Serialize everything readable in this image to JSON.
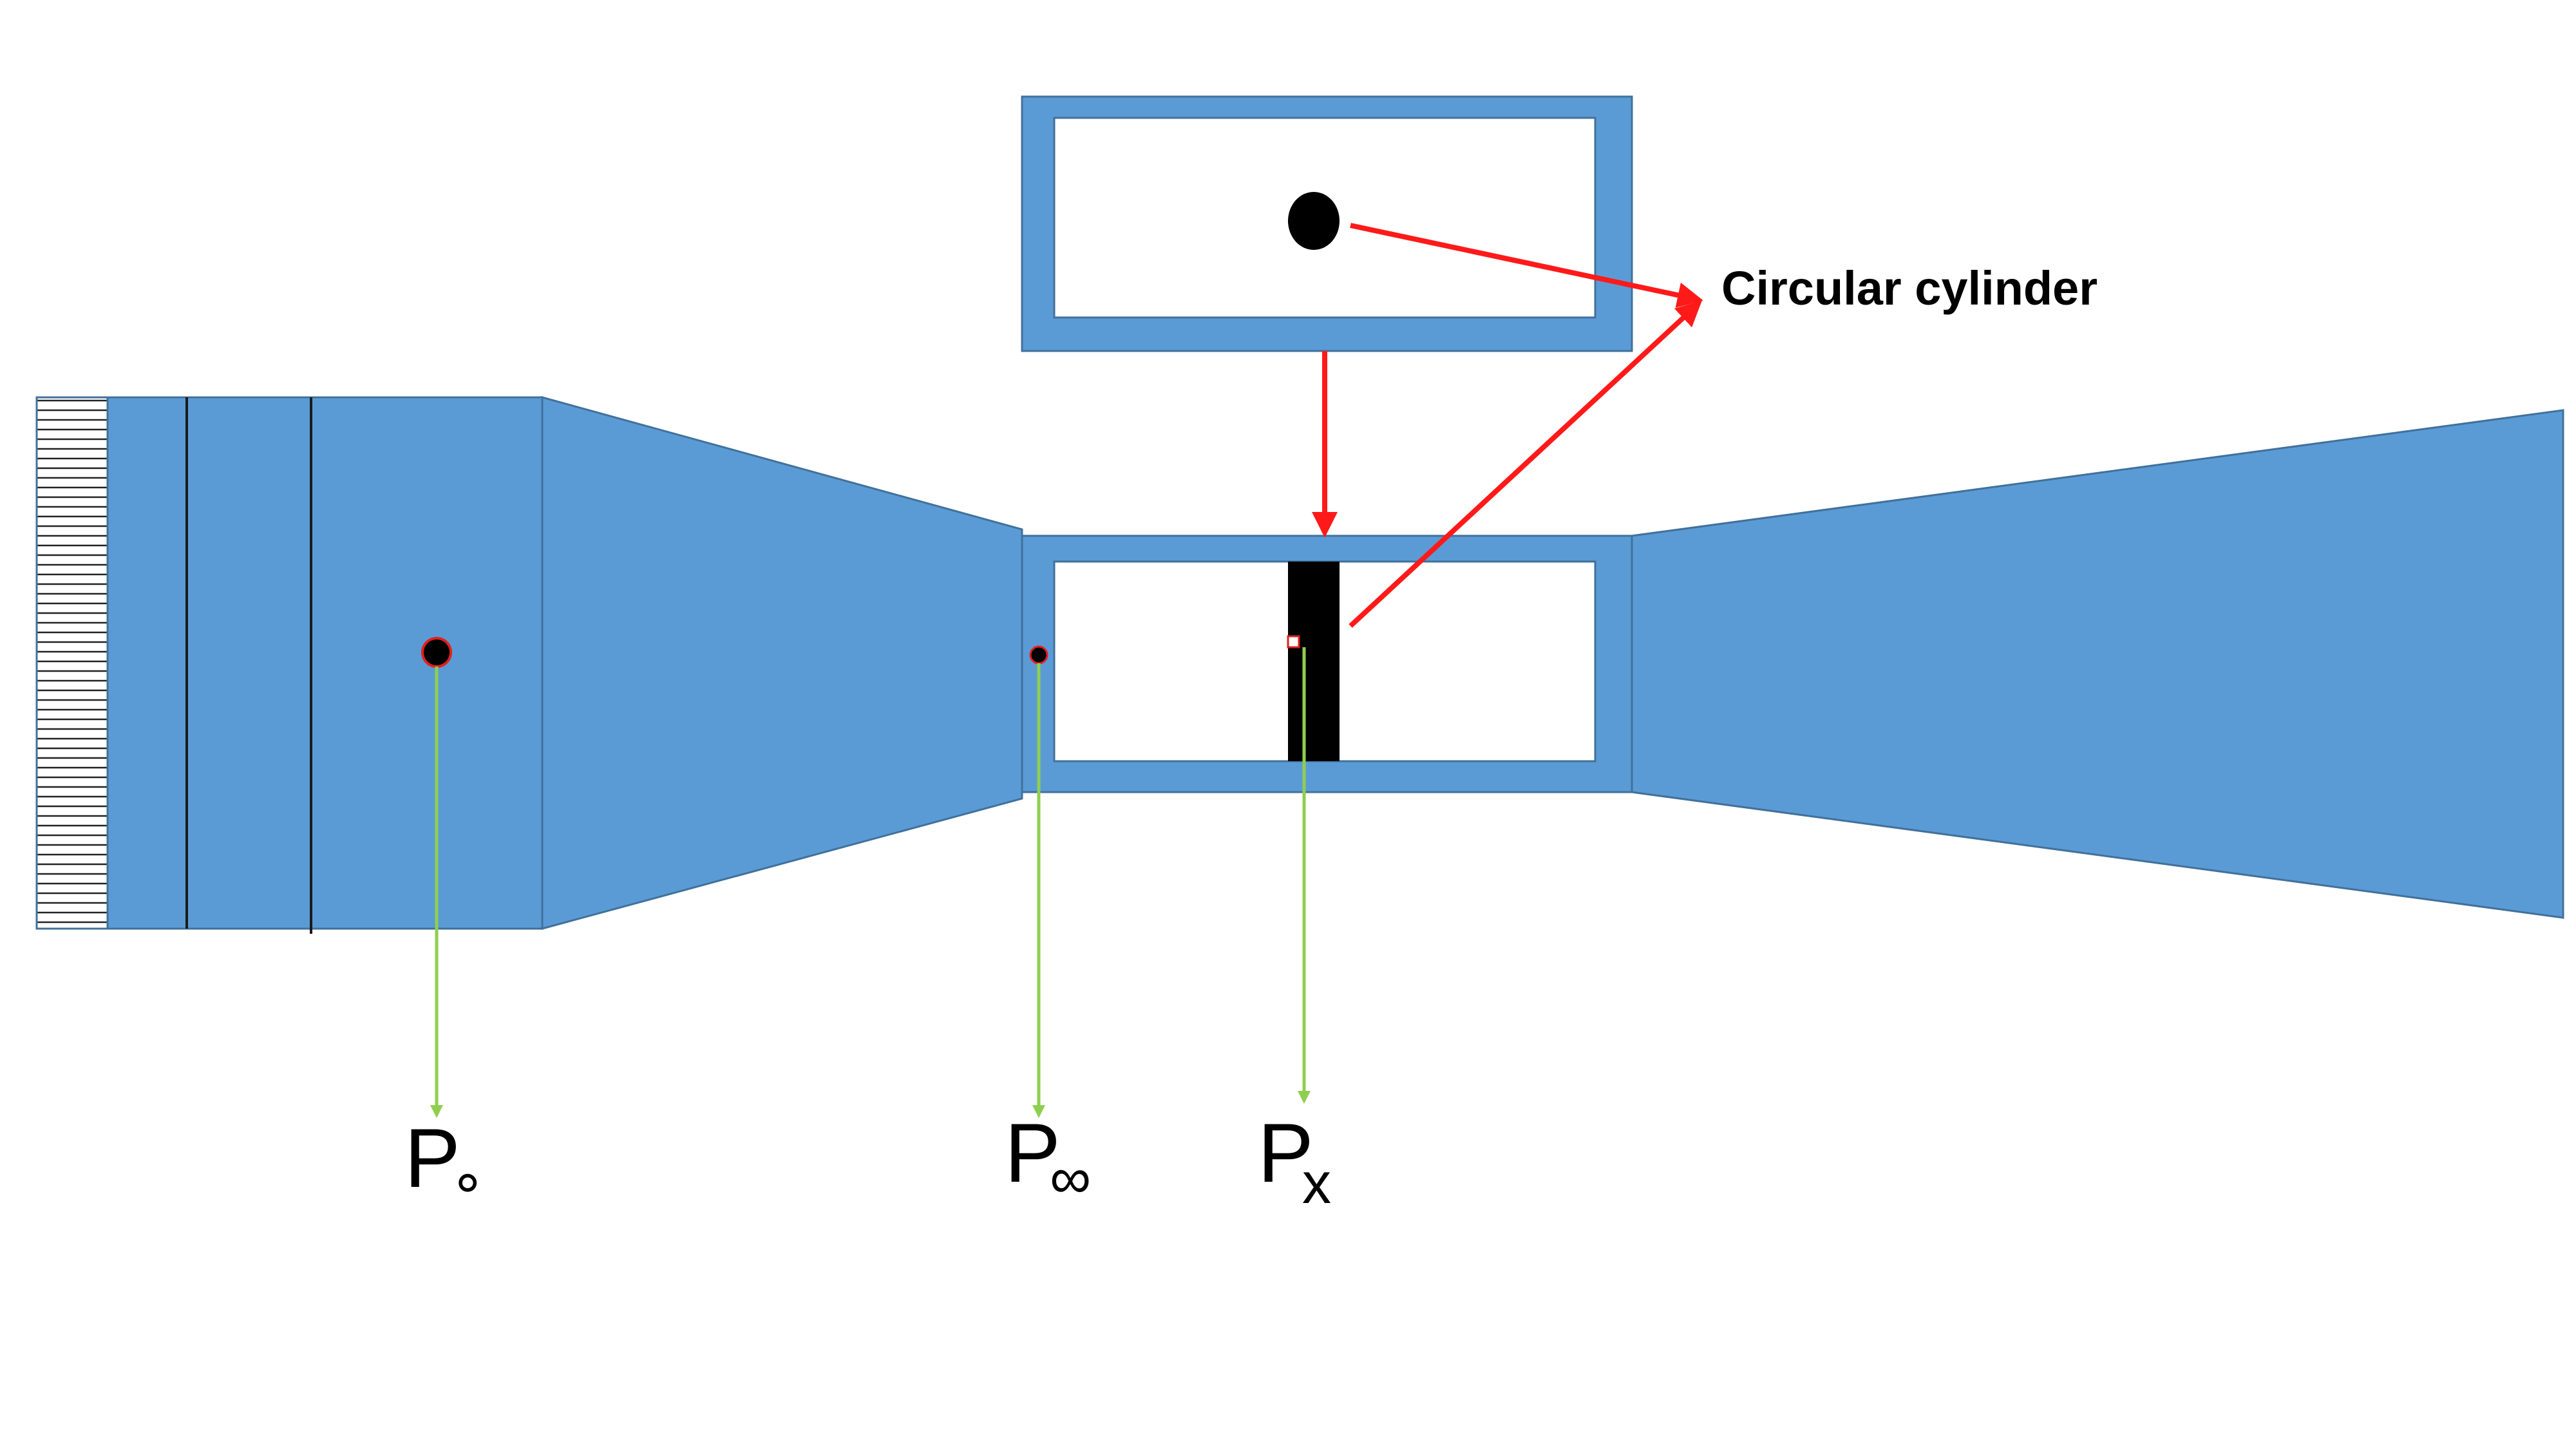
{
  "labels": {
    "circular_cylinder": "Circular cylinder",
    "p_zero_main": "P",
    "p_zero_sub": "∘",
    "p_inf_main": "P",
    "p_inf_sub": "∞",
    "p_x_main": "P",
    "p_x_sub": "x"
  },
  "colors": {
    "tunnel_fill": "#5b9bd5",
    "tunnel_stroke": "#41719c",
    "window_fill": "#ffffff",
    "callout_arrow": "#ff1a1a",
    "probe_arrow": "#8fcf4f",
    "cylinder": "#000000",
    "tap_outline": "#e0201a"
  }
}
